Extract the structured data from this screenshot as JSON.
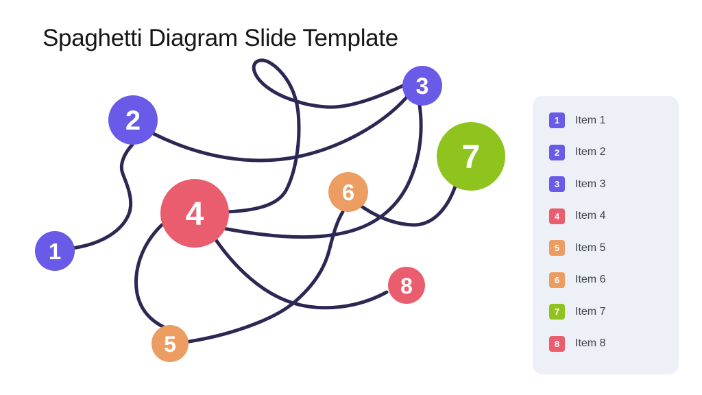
{
  "title": "Spaghetti Diagram Slide Template",
  "colors": {
    "purple": "#6a5ae8",
    "red": "#ea5d6f",
    "orange": "#eb9d62",
    "green": "#8ec41d",
    "line": "#2c2854",
    "panel_bg": "#eef0f7",
    "label_text": "#3e4149",
    "title_text": "#161616",
    "number_text": "#ffffff"
  },
  "nodes": [
    {
      "number": "1",
      "color": "#6a5ae8"
    },
    {
      "number": "2",
      "color": "#6a5ae8"
    },
    {
      "number": "3",
      "color": "#6a5ae8"
    },
    {
      "number": "4",
      "color": "#ea5d6f"
    },
    {
      "number": "5",
      "color": "#eb9d62"
    },
    {
      "number": "6",
      "color": "#eb9d62"
    },
    {
      "number": "7",
      "color": "#8ec41d"
    },
    {
      "number": "8",
      "color": "#ea5d6f"
    }
  ],
  "legend": {
    "items": [
      {
        "number": "1",
        "color": "#6a5ae8",
        "label": "Item 1"
      },
      {
        "number": "2",
        "color": "#6a5ae8",
        "label": "Item 2"
      },
      {
        "number": "3",
        "color": "#6a5ae8",
        "label": "Item 3"
      },
      {
        "number": "4",
        "color": "#ea5d6f",
        "label": "Item 4"
      },
      {
        "number": "5",
        "color": "#eb9d62",
        "label": "Item 5"
      },
      {
        "number": "6",
        "color": "#eb9d62",
        "label": "Item 6"
      },
      {
        "number": "7",
        "color": "#8ec41d",
        "label": "Item 7"
      },
      {
        "number": "8",
        "color": "#ea5d6f",
        "label": "Item 8"
      }
    ]
  }
}
